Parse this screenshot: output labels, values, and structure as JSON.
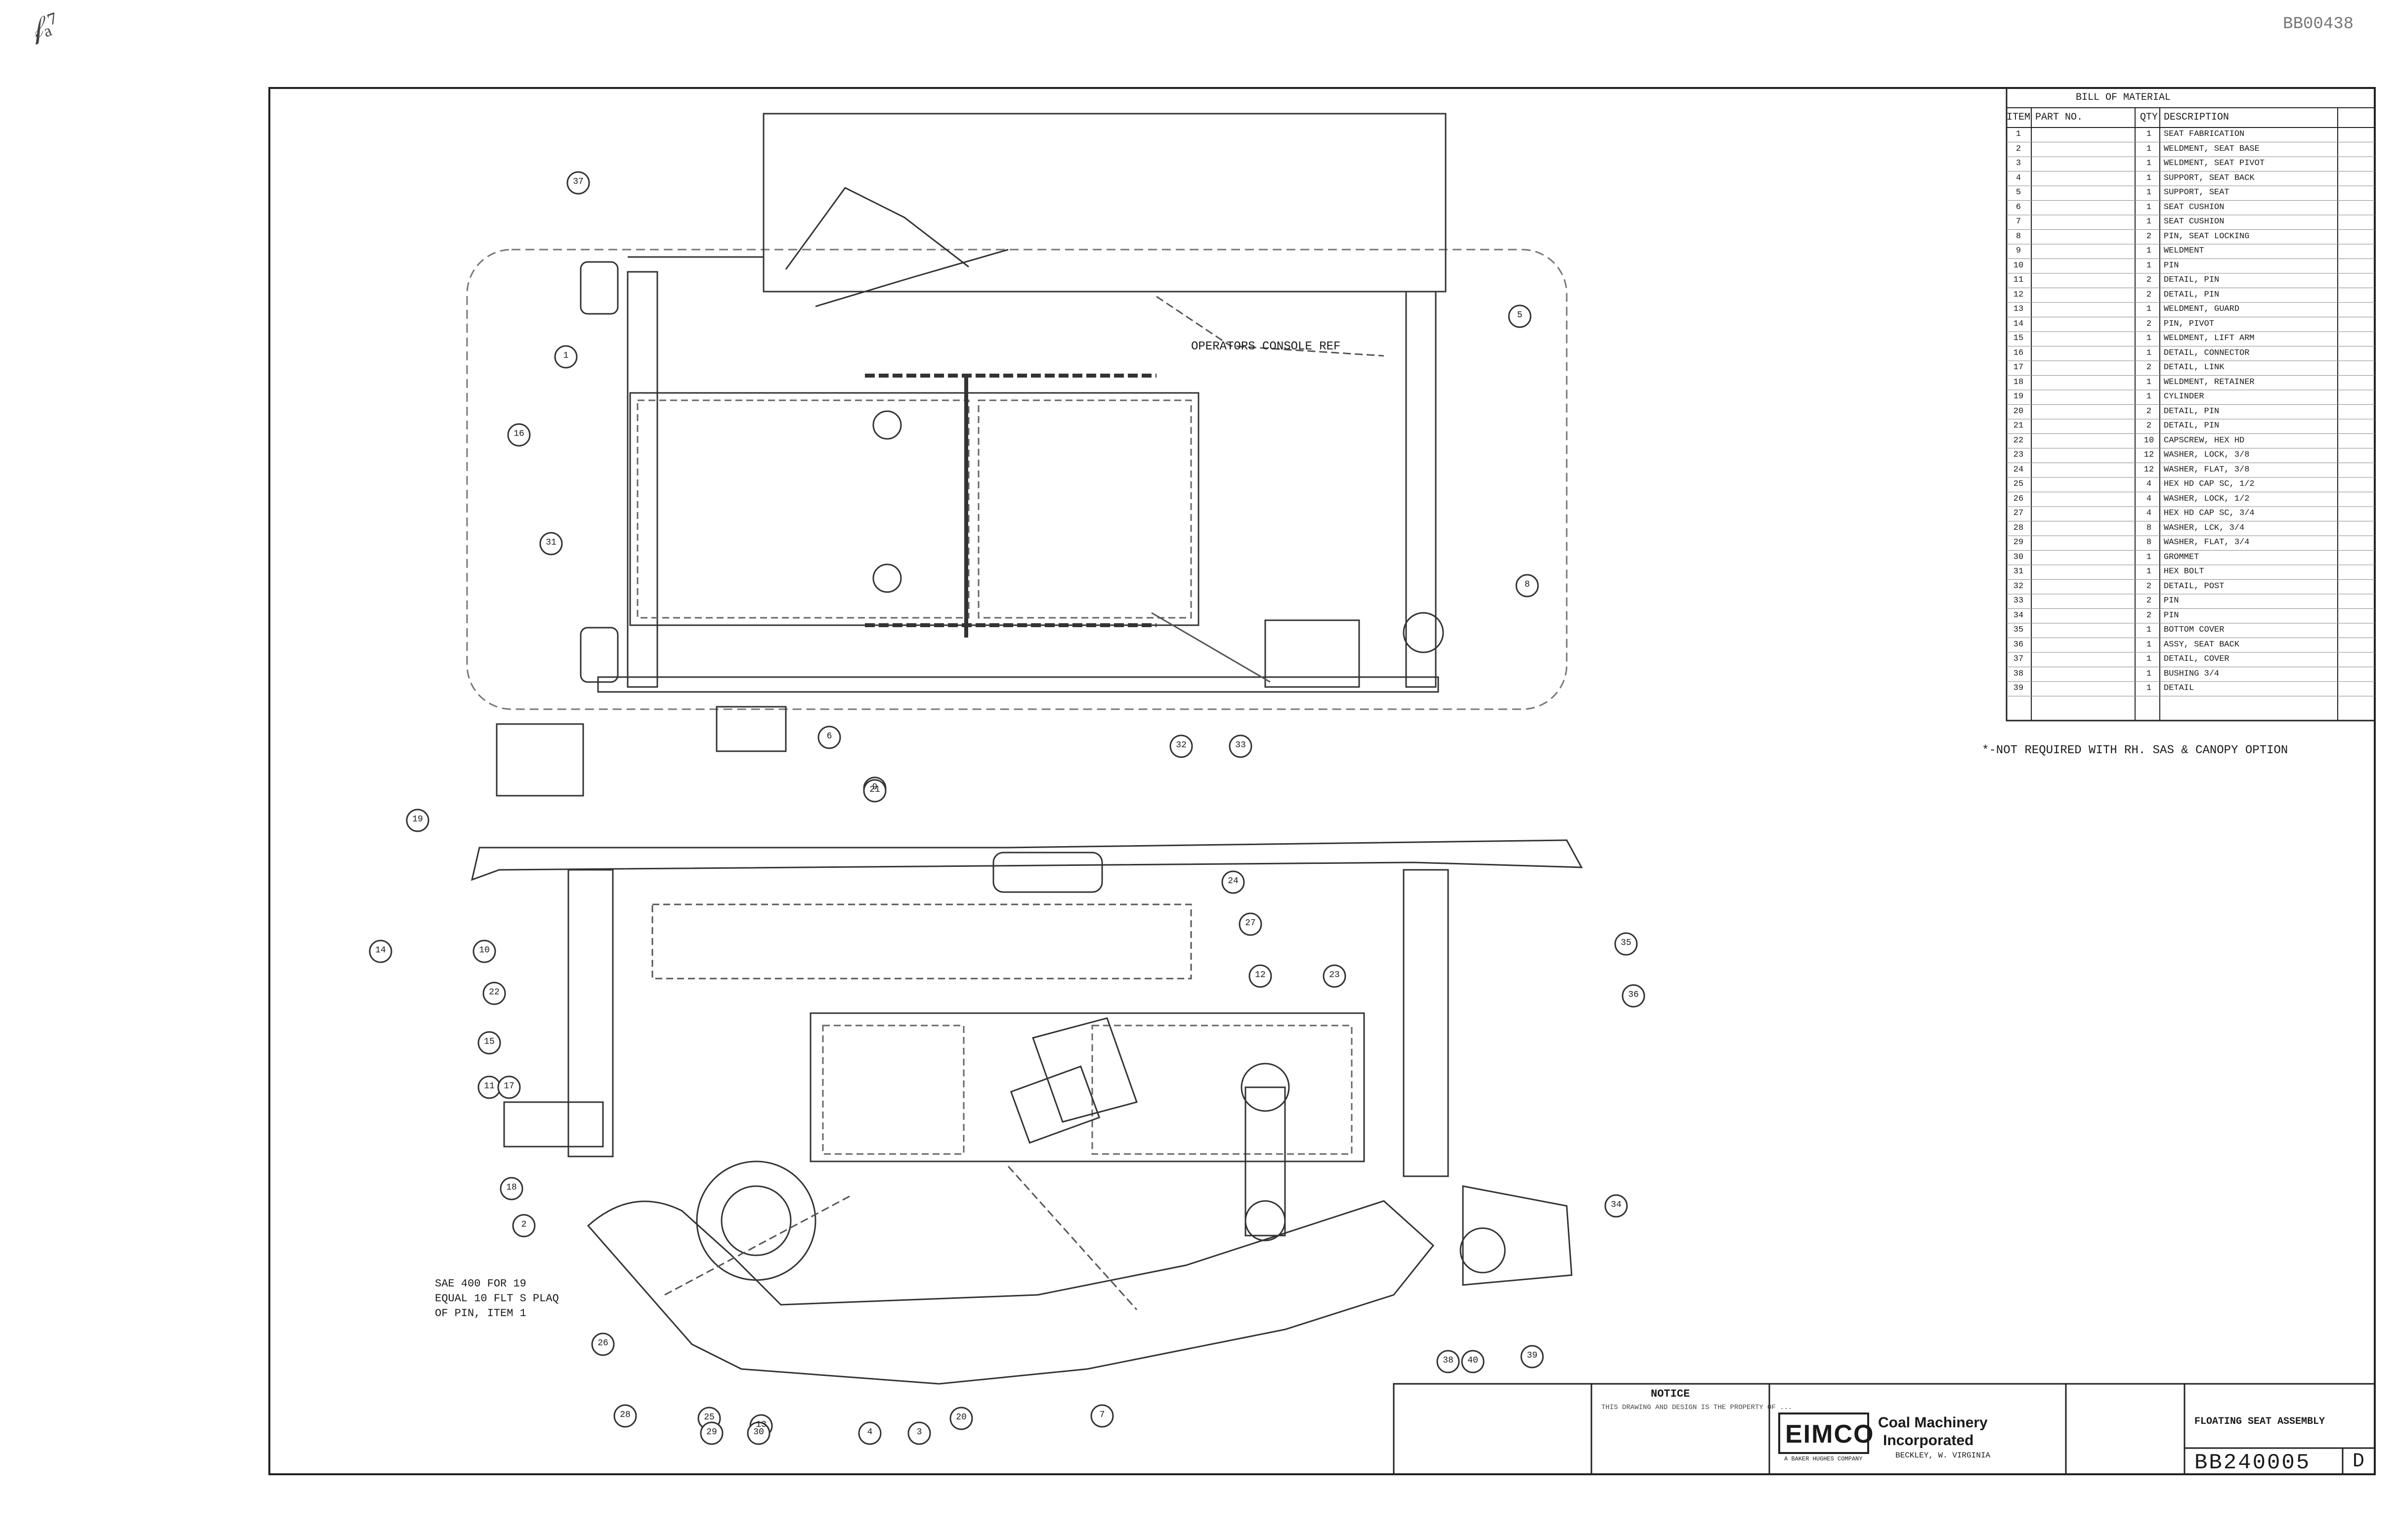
{
  "sheet": {
    "doc_id": "BB00438",
    "corner_mark": "𝒻ₐ⁷"
  },
  "bom": {
    "title": "BILL OF MATERIAL",
    "headers": {
      "item": "ITEM NO",
      "part": "PART NO.",
      "qty": "QTY",
      "desc": "DESCRIPTION"
    },
    "rows": [
      {
        "item": "1",
        "part": "",
        "qty": "1",
        "desc": "SEAT FABRICATION"
      },
      {
        "item": "2",
        "part": "",
        "qty": "1",
        "desc": "WELDMENT, SEAT BASE"
      },
      {
        "item": "3",
        "part": "",
        "qty": "1",
        "desc": "WELDMENT, SEAT PIVOT"
      },
      {
        "item": "4",
        "part": "",
        "qty": "1",
        "desc": "SUPPORT, SEAT BACK"
      },
      {
        "item": "5",
        "part": "",
        "qty": "1",
        "desc": "SUPPORT, SEAT"
      },
      {
        "item": "6",
        "part": "",
        "qty": "1",
        "desc": "SEAT CUSHION"
      },
      {
        "item": "7",
        "part": "",
        "qty": "1",
        "desc": "SEAT CUSHION"
      },
      {
        "item": "8",
        "part": "",
        "qty": "2",
        "desc": "PIN, SEAT LOCKING"
      },
      {
        "item": "9",
        "part": "",
        "qty": "1",
        "desc": "WELDMENT"
      },
      {
        "item": "10",
        "part": "",
        "qty": "1",
        "desc": "PIN"
      },
      {
        "item": "11",
        "part": "",
        "qty": "2",
        "desc": "DETAIL, PIN"
      },
      {
        "item": "12",
        "part": "",
        "qty": "2",
        "desc": "DETAIL, PIN"
      },
      {
        "item": "13",
        "part": "",
        "qty": "1",
        "desc": "WELDMENT, GUARD"
      },
      {
        "item": "14",
        "part": "",
        "qty": "2",
        "desc": "PIN, PIVOT"
      },
      {
        "item": "15",
        "part": "",
        "qty": "1",
        "desc": "WELDMENT, LIFT ARM"
      },
      {
        "item": "16",
        "part": "",
        "qty": "1",
        "desc": "DETAIL, CONNECTOR"
      },
      {
        "item": "17",
        "part": "",
        "qty": "2",
        "desc": "DETAIL, LINK"
      },
      {
        "item": "18",
        "part": "",
        "qty": "1",
        "desc": "WELDMENT, RETAINER"
      },
      {
        "item": "19",
        "part": "",
        "qty": "1",
        "desc": "CYLINDER"
      },
      {
        "item": "20",
        "part": "",
        "qty": "2",
        "desc": "DETAIL, PIN"
      },
      {
        "item": "21",
        "part": "",
        "qty": "2",
        "desc": "DETAIL, PIN"
      },
      {
        "item": "22",
        "part": "",
        "qty": "10",
        "desc": "CAPSCREW, HEX HD"
      },
      {
        "item": "23",
        "part": "",
        "qty": "12",
        "desc": "WASHER, LOCK, 3/8"
      },
      {
        "item": "24",
        "part": "",
        "qty": "12",
        "desc": "WASHER, FLAT, 3/8"
      },
      {
        "item": "25",
        "part": "",
        "qty": "4",
        "desc": "HEX HD CAP SC, 1/2"
      },
      {
        "item": "26",
        "part": "",
        "qty": "4",
        "desc": "WASHER, LOCK, 1/2"
      },
      {
        "item": "27",
        "part": "",
        "qty": "4",
        "desc": "HEX HD CAP SC, 3/4"
      },
      {
        "item": "28",
        "part": "",
        "qty": "8",
        "desc": "WASHER, LCK, 3/4"
      },
      {
        "item": "29",
        "part": "",
        "qty": "8",
        "desc": "WASHER, FLAT, 3/4"
      },
      {
        "item": "30",
        "part": "",
        "qty": "1",
        "desc": "GROMMET"
      },
      {
        "item": "31",
        "part": "",
        "qty": "1",
        "desc": "HEX BOLT"
      },
      {
        "item": "32",
        "part": "",
        "qty": "2",
        "desc": "DETAIL, POST"
      },
      {
        "item": "33",
        "part": "",
        "qty": "2",
        "desc": "PIN"
      },
      {
        "item": "34",
        "part": "",
        "qty": "2",
        "desc": "PIN"
      },
      {
        "item": "35",
        "part": "",
        "qty": "1",
        "desc": "BOTTOM COVER"
      },
      {
        "item": "36",
        "part": "",
        "qty": "1",
        "desc": "ASSY, SEAT BACK"
      },
      {
        "item": "37",
        "part": "",
        "qty": "1",
        "desc": "DETAIL, COVER"
      },
      {
        "item": "38",
        "part": "",
        "qty": "1",
        "desc": "BUSHING 3/4"
      },
      {
        "item": "39",
        "part": "",
        "qty": "1",
        "desc": "DETAIL"
      }
    ]
  },
  "footnote": "*-NOT REQUIRED WITH RH. SAS & CANOPY OPTION",
  "plan_view": {
    "label_canopy": "OPERATORS CONSOLE REF",
    "callouts": [
      "37",
      "1",
      "16",
      "31",
      "32",
      "33",
      "5",
      "9",
      "6",
      "8",
      "19"
    ]
  },
  "elevation_view": {
    "note_lines": [
      "SAE 400 FOR 19",
      "EQUAL 10 FLT S PLAQ",
      "OF PIN, ITEM 1"
    ],
    "callouts": [
      "14",
      "10",
      "22",
      "15",
      "11",
      "17",
      "18",
      "2",
      "26",
      "28",
      "25",
      "13",
      "20",
      "21",
      "27",
      "12",
      "23",
      "24",
      "4",
      "3",
      "29",
      "30",
      "7",
      "35",
      "36",
      "34",
      "39",
      "38",
      "40"
    ]
  },
  "title_block": {
    "notice_title": "NOTICE",
    "notice_text": "THIS DRAWING AND DESIGN IS THE PROPERTY OF ... ",
    "company_logo": "EIMCO",
    "company_name_1": "Coal Machinery",
    "company_name_2": "Incorporated",
    "company_sub": "BECKLEY, W. VIRGINIA",
    "logo_sub": "A BAKER HUGHES COMPANY",
    "drawing_title": "FLOATING SEAT ASSEMBLY",
    "drawing_number": "BB240005",
    "revision": "D"
  }
}
